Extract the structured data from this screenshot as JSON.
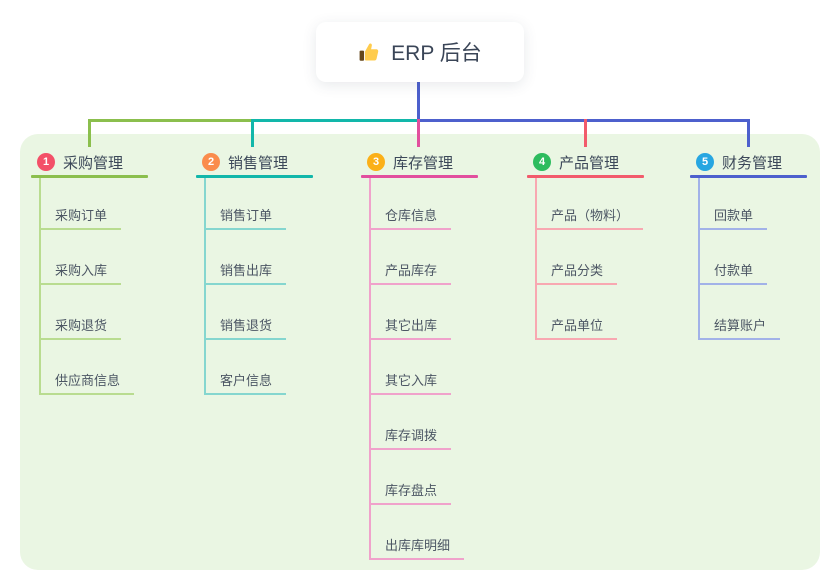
{
  "root": {
    "label": "ERP 后台",
    "icon": "thumbs-up-icon"
  },
  "theme": {
    "background": "#ffffff",
    "panel_bg": "#eaf6e3",
    "root_text_color": "#3a4557",
    "title_text_color": "#3c4859",
    "child_text_color": "#4c5664",
    "badge_text_color": "#ffffff"
  },
  "connectors": {
    "stem_color": "#4d60cd",
    "segment_colors": [
      "#8bbf4d",
      "#12b7aa",
      "#4d60cd"
    ]
  },
  "branches": [
    {
      "number": "1",
      "label": "采购管理",
      "badge_color": "#f35068",
      "line_color": "#8bbf4d",
      "light_color": "#b9dc90",
      "children": [
        "采购订单",
        "采购入库",
        "采购退货",
        "供应商信息"
      ]
    },
    {
      "number": "2",
      "label": "销售管理",
      "badge_color": "#fa8c4c",
      "line_color": "#12b7aa",
      "light_color": "#85d6cf",
      "children": [
        "销售订单",
        "销售出库",
        "销售退货",
        "客户信息"
      ]
    },
    {
      "number": "3",
      "label": "库存管理",
      "badge_color": "#fbb018",
      "line_color": "#e24f9e",
      "light_color": "#f0a2cb",
      "children": [
        "仓库信息",
        "产品库存",
        "其它出库",
        "其它入库",
        "库存调拨",
        "库存盘点",
        "出库库明细"
      ]
    },
    {
      "number": "4",
      "label": "产品管理",
      "badge_color": "#2dbc5e",
      "line_color": "#f25b6c",
      "light_color": "#f8a8b1",
      "children": [
        "产品（物料）",
        "产品分类",
        "产品单位"
      ]
    },
    {
      "number": "5",
      "label": "财务管理",
      "badge_color": "#27a6e1",
      "line_color": "#4d60cd",
      "light_color": "#a2b2e8",
      "children": [
        "回款单",
        "付款单",
        "结算账户"
      ]
    }
  ]
}
